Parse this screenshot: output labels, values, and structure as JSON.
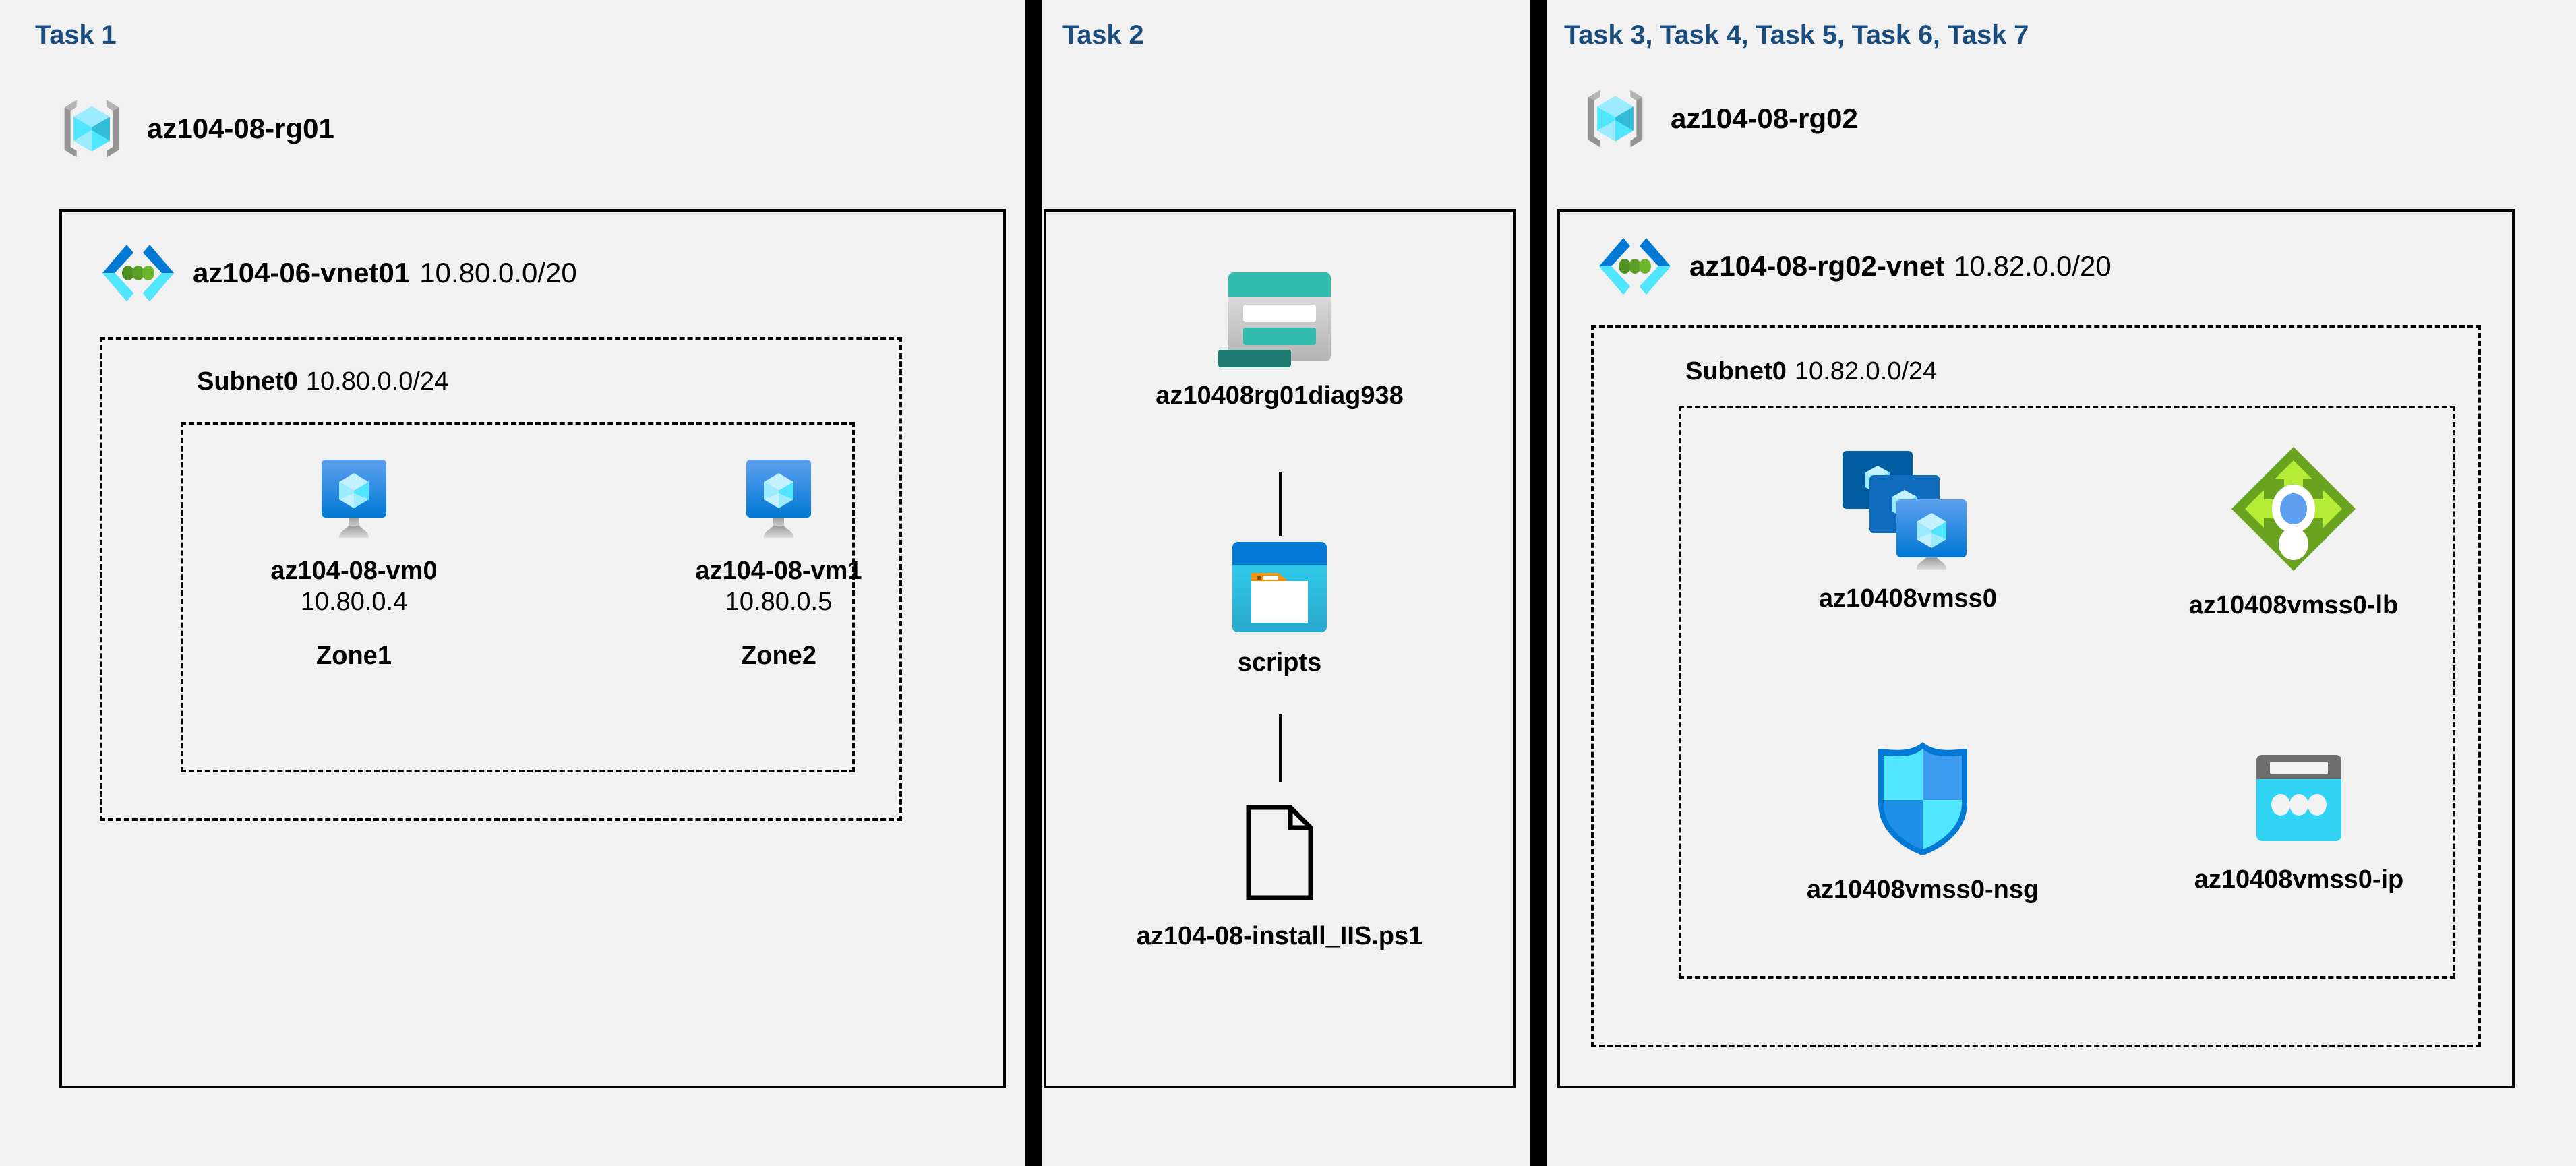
{
  "diagram": {
    "background": "#f1f1f1",
    "header_color": "#1a4d7e",
    "separator_color": "#000000"
  },
  "columns": [
    {
      "id": "task1",
      "header": "Task 1",
      "resource_group": {
        "icon": "resource-group-icon",
        "name": "az104-08-rg01"
      },
      "vnet": {
        "icon": "virtual-network-icon",
        "name": "az104-06-vnet01",
        "cidr": "10.80.0.0/20"
      },
      "subnet": {
        "name": "Subnet0",
        "cidr": "10.80.0.0/24"
      },
      "vms": [
        {
          "icon": "virtual-machine-icon",
          "name": "az104-08-vm0",
          "ip": "10.80.0.4",
          "zone": "Zone1"
        },
        {
          "icon": "virtual-machine-icon",
          "name": "az104-08-vm1",
          "ip": "10.80.0.5",
          "zone": "Zone2"
        }
      ]
    },
    {
      "id": "task2",
      "header": "Task 2",
      "items": [
        {
          "icon": "storage-account-icon",
          "name": "az10408rg01diag938"
        },
        {
          "icon": "blob-container-icon",
          "name": "scripts"
        },
        {
          "icon": "file-icon",
          "name": "az104-08-install_IIS.ps1"
        }
      ]
    },
    {
      "id": "task3to7",
      "header": "Task 3, Task 4, Task 5, Task 6, Task 7",
      "resource_group": {
        "icon": "resource-group-icon",
        "name": "az104-08-rg02"
      },
      "vnet": {
        "icon": "virtual-network-icon",
        "name": "az104-08-rg02-vnet",
        "cidr": "10.82.0.0/20"
      },
      "subnet": {
        "name": "Subnet0",
        "cidr": "10.82.0.0/24"
      },
      "resources": [
        {
          "icon": "vm-scale-set-icon",
          "name": "az10408vmss0"
        },
        {
          "icon": "load-balancer-icon",
          "name": "az10408vmss0-lb"
        },
        {
          "icon": "network-security-group-icon",
          "name": "az10408vmss0-nsg"
        },
        {
          "icon": "public-ip-address-icon",
          "name": "az10408vmss0-ip"
        }
      ]
    }
  ],
  "palette": {
    "azure_blue": "#0078d4",
    "azure_cyan": "#50e6ff",
    "azure_light_cyan": "#9cebff",
    "azure_dark_blue": "#005ba1",
    "storage_teal": "#32bcad",
    "storage_dark_teal": "#1d7b72",
    "lb_green": "#5e9624",
    "lb_light_green": "#b4ec36",
    "grey": "#949494"
  }
}
